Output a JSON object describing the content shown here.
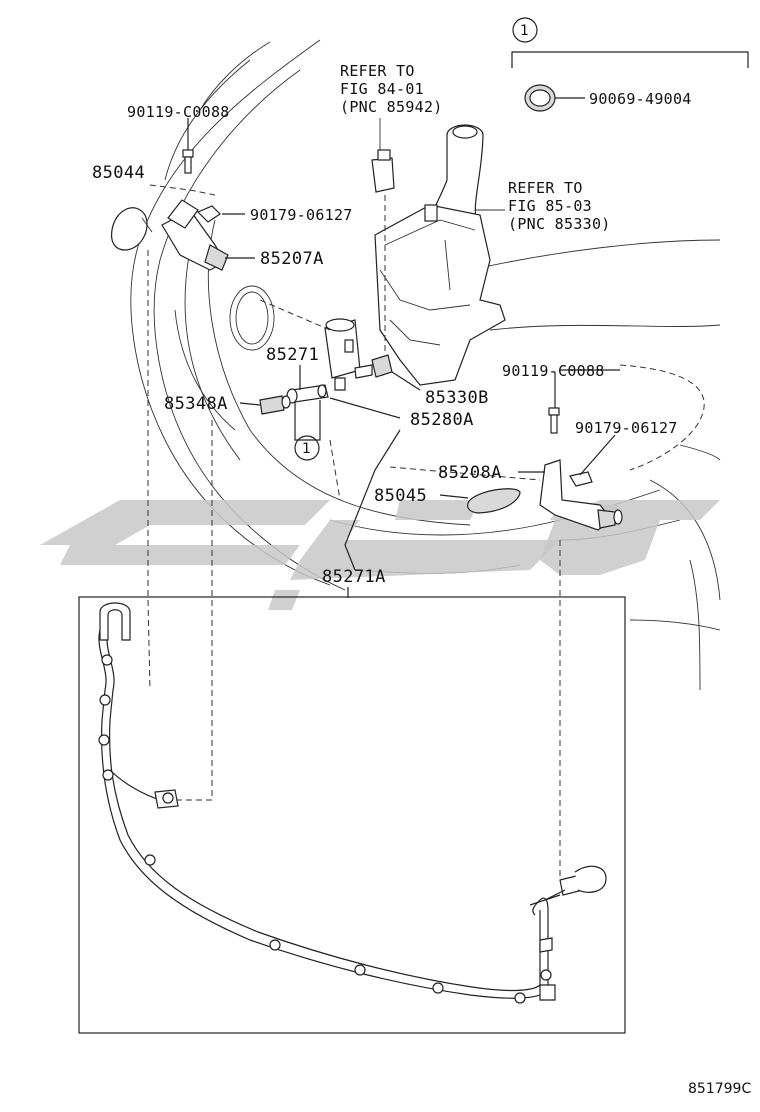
{
  "diagram_id": "851799C",
  "callout": {
    "number": "1",
    "part": "90069-49004"
  },
  "refers": [
    {
      "line1": "REFER TO",
      "line2": "FIG 84-01",
      "line3": "(PNC 85942)"
    },
    {
      "line1": "REFER TO",
      "line2": "FIG 85-03",
      "line3": "(PNC 85330)"
    }
  ],
  "part_labels": {
    "p1": "90119-C0088",
    "p2": "85044",
    "p3": "90179-06127",
    "p4": "85207A",
    "p5": "85271",
    "p6": "85348A",
    "p7": "85330B",
    "p8": "85280A",
    "p9": "90119-C0088",
    "p10": "90179-06127",
    "p11": "85208A",
    "p12": "85045",
    "p13": "85271A"
  },
  "circle_ref": "1"
}
